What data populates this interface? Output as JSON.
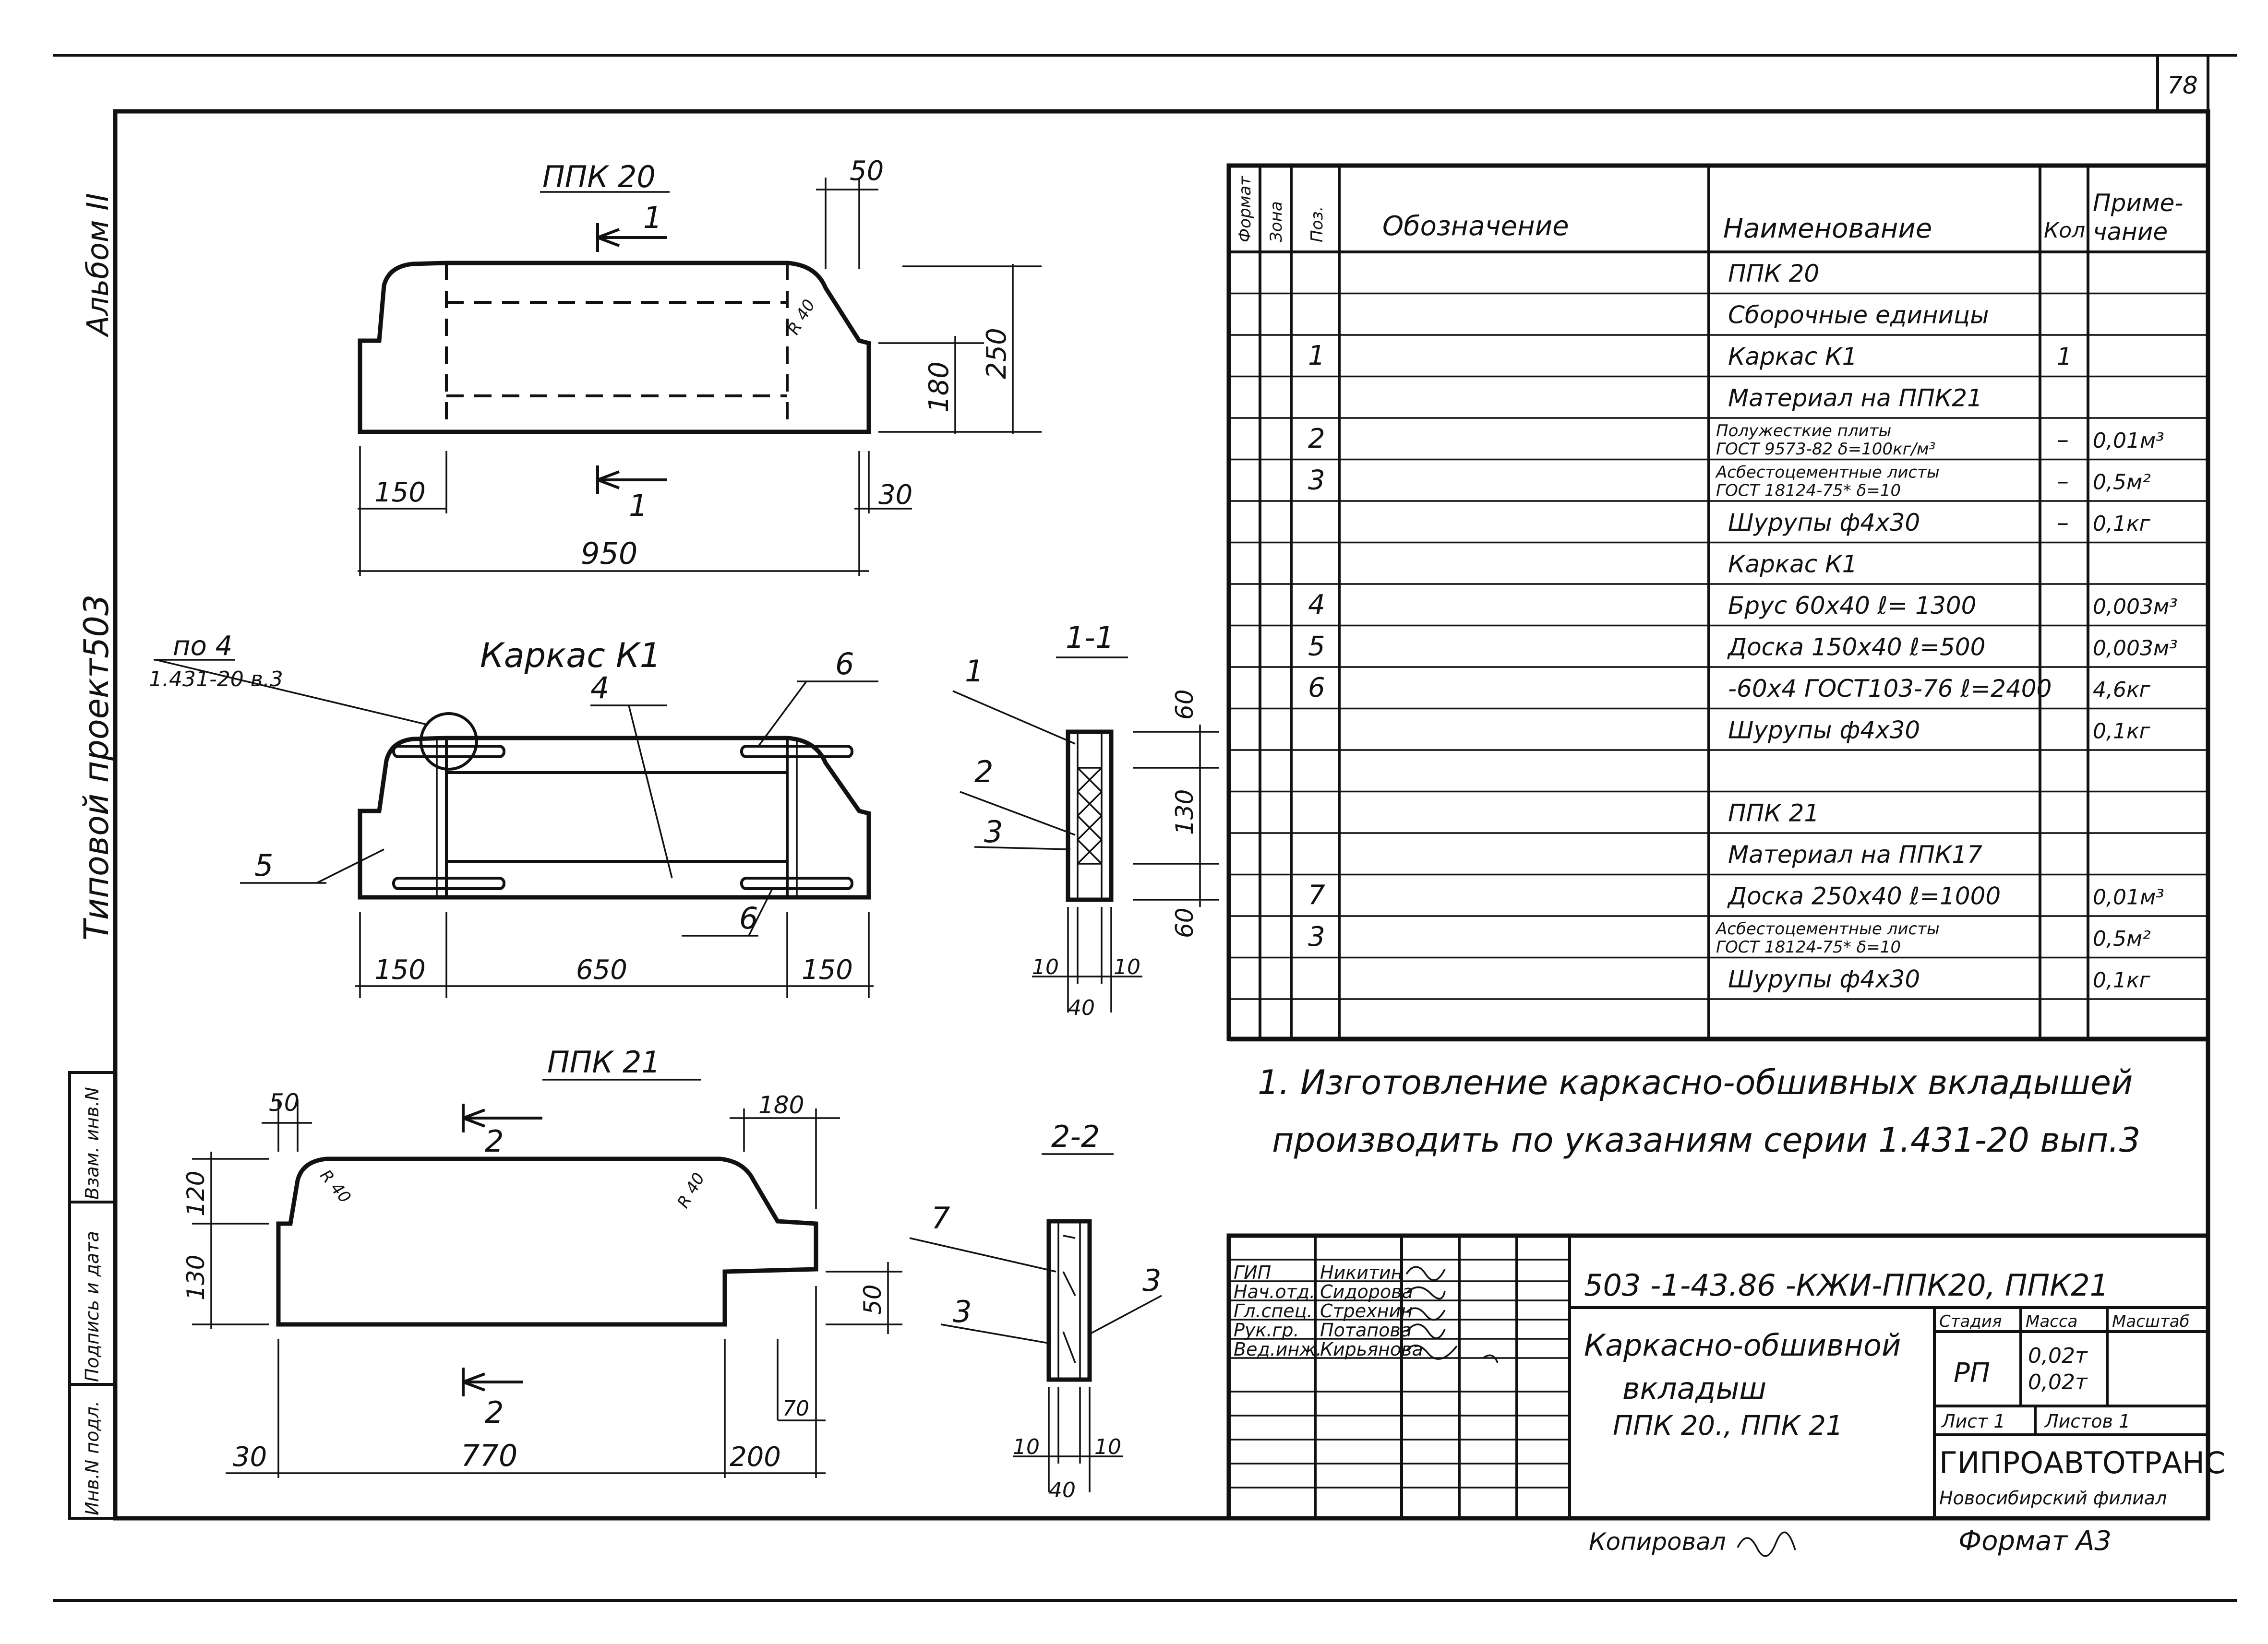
{
  "sheet": {
    "page_number": "78",
    "side_album": "Альбом II",
    "side_project": "Типовой проект503",
    "side_inv": "Инв.N подл.",
    "side_sign": "Подпись и дата",
    "side_vzam": "Взам. инв.N"
  },
  "ppk20_view": {
    "title": "ППК 20",
    "section_mark": "1",
    "dims": {
      "top": "50",
      "r": "R 40",
      "h180": "180",
      "h250": "250",
      "w150": "150",
      "w30": "30",
      "w950": "950"
    }
  },
  "frame_view": {
    "title": "Каркас К1",
    "callout_line1": "по 4",
    "callout_line2": "1.431-20 в.3",
    "pos": {
      "p4": "4",
      "p5": "5",
      "p6a": "6",
      "p6b": "6"
    },
    "dims": {
      "w150a": "150",
      "w650": "650",
      "w150b": "150"
    }
  },
  "section11": {
    "title": "1-1",
    "pos": {
      "p1": "1",
      "p2": "2",
      "p3": "3"
    },
    "dims": {
      "h60a": "60",
      "h130": "130",
      "h60b": "60",
      "w10a": "10",
      "w10b": "10",
      "w40": "40"
    }
  },
  "ppk21_view": {
    "title": "ППК 21",
    "section_mark": "2",
    "dims": {
      "w50": "50",
      "w180": "180",
      "r1": "R 40",
      "r2": "R 40",
      "h120": "120",
      "h130": "130",
      "h50": "50",
      "h70": "70",
      "w30": "30",
      "w770": "770",
      "w200": "200"
    }
  },
  "section22": {
    "title": "2-2",
    "pos": {
      "p7": "7",
      "p3a": "3",
      "p3b": "3"
    },
    "dims": {
      "w10a": "10",
      "w10b": "10",
      "w40": "40"
    }
  },
  "spec": {
    "headers": {
      "format": "Формат",
      "zone": "Зона",
      "pos": "Поз.",
      "designation": "Обозначение",
      "name": "Наименование",
      "qty": "Кол.",
      "note1": "Приме-",
      "note2": "чание"
    },
    "rows": [
      {
        "pos": "",
        "name": "ППК 20",
        "qty": "",
        "note": ""
      },
      {
        "pos": "",
        "name": "Сборочные единицы",
        "qty": "",
        "note": ""
      },
      {
        "pos": "1",
        "name": "Каркас К1",
        "qty": "1",
        "note": ""
      },
      {
        "pos": "",
        "name": "Материал на ППК21",
        "qty": "",
        "note": ""
      },
      {
        "pos": "2",
        "name": "Полужесткие плиты",
        "name2": "ГОСТ 9573-82 δ=100кг/м³",
        "qty": "–",
        "note": "0,01м³"
      },
      {
        "pos": "3",
        "name": "Асбестоцементные листы",
        "name2": "ГОСТ 18124-75* δ=10",
        "qty": "–",
        "note": "0,5м²"
      },
      {
        "pos": "",
        "name": "Шурупы ф4х30",
        "qty": "–",
        "note": "0,1кг"
      },
      {
        "pos": "",
        "name": "Каркас К1",
        "qty": "",
        "note": ""
      },
      {
        "pos": "4",
        "name": "Брус 60х40 ℓ= 1300",
        "qty": "",
        "note": "0,003м³"
      },
      {
        "pos": "5",
        "name": "Доска 150х40 ℓ=500",
        "qty": "",
        "note": "0,003м³"
      },
      {
        "pos": "6",
        "name": "-60х4 ГОСТ103-76 ℓ=2400",
        "qty": "",
        "note": "4,6кг"
      },
      {
        "pos": "",
        "name": "Шурупы ф4х30",
        "qty": "",
        "note": "0,1кг"
      },
      {
        "pos": "",
        "name": "",
        "qty": "",
        "note": ""
      },
      {
        "pos": "",
        "name": "ППК 21",
        "qty": "",
        "note": ""
      },
      {
        "pos": "",
        "name": "Материал на ППК17",
        "qty": "",
        "note": ""
      },
      {
        "pos": "7",
        "name": "Доска 250х40 ℓ=1000",
        "qty": "",
        "note": "0,01м³"
      },
      {
        "pos": "3",
        "name": "Асбестоцементные листы",
        "name2": "ГОСТ 18124-75* δ=10",
        "qty": "",
        "note": "0,5м²"
      },
      {
        "pos": "",
        "name": "Шурупы ф4х30",
        "qty": "",
        "note": "0,1кг"
      },
      {
        "pos": "",
        "name": "",
        "qty": "",
        "note": ""
      }
    ]
  },
  "notes": {
    "line1": "1. Изготовление каркасно-обшивных вкладышей",
    "line2": "производить по указаниям серии 1.431-20 вып.3"
  },
  "title_block": {
    "roles": [
      "ГИП",
      "Нач.отд.",
      "Гл.спец.",
      "Рук.гр.",
      "Вед.инж."
    ],
    "names": [
      "Никитин",
      "Сидорова",
      "Стрехнин",
      "Потапова",
      "Кирьянова"
    ],
    "code": "503 -1-43.86   -КЖИ-ППК20, ППК21",
    "title1": "Каркасно-обшивной",
    "title2": "вкладыш",
    "title3": "ППК 20., ППК 21",
    "stage_h": "Стадия",
    "mass_h": "Масса",
    "scale_h": "Масштаб",
    "stage": "РП",
    "mass1": "0,02т",
    "mass2": "0,02т",
    "sheet_l": "Лист 1",
    "sheets_l": "Листов 1",
    "org1": "ГИПРОАВТОТРАНС",
    "org2": "Новосибирский филиал"
  },
  "footer": {
    "copied": "Копировал",
    "format": "Формат А3"
  }
}
